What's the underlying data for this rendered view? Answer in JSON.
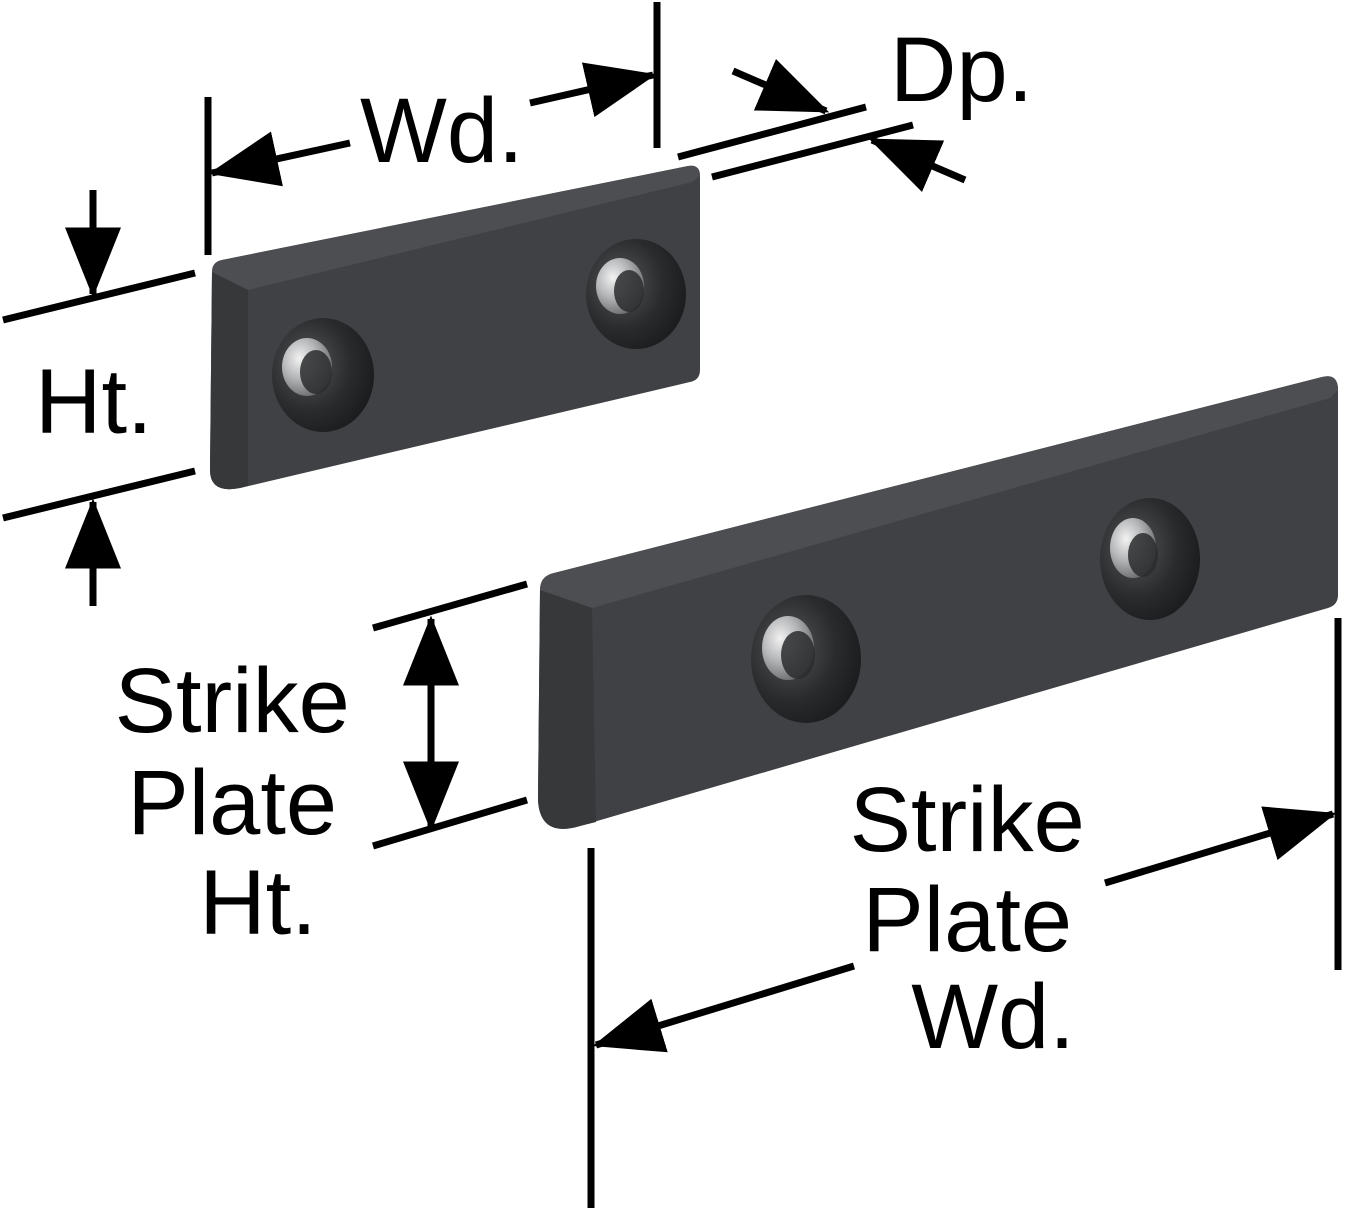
{
  "labels": {
    "wd": "Wd.",
    "dp": "Dp.",
    "ht": "Ht.",
    "strike_plate_ht": [
      "Strike",
      "Plate",
      "Ht."
    ],
    "strike_plate_wd": [
      "Strike",
      "Plate",
      "Wd."
    ]
  },
  "colors": {
    "plate_face": "#404144",
    "plate_top": "#4c4d50",
    "plate_edge": "#2e2f31",
    "hole_dark": "#1f2022",
    "dimension_line": "#000000",
    "background": "#ffffff"
  }
}
